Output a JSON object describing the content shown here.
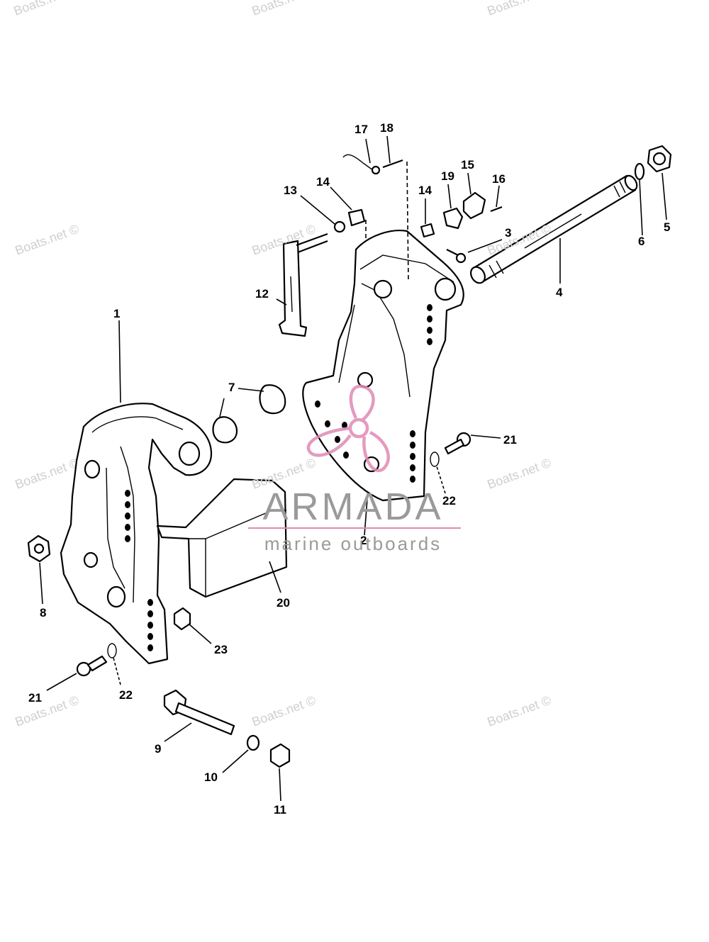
{
  "watermark": {
    "text": "Boats.net ©"
  },
  "brand": {
    "name": "ARMADA",
    "tagline": "marine outboards",
    "name_color": "#9a9a9a",
    "logo_color": "#e08ab4"
  },
  "callouts": [
    "1",
    "2",
    "3",
    "4",
    "5",
    "6",
    "7",
    "8",
    "9",
    "10",
    "11",
    "12",
    "13",
    "14",
    "14",
    "15",
    "16",
    "17",
    "18",
    "19",
    "20",
    "21",
    "21",
    "22",
    "22",
    "23"
  ]
}
